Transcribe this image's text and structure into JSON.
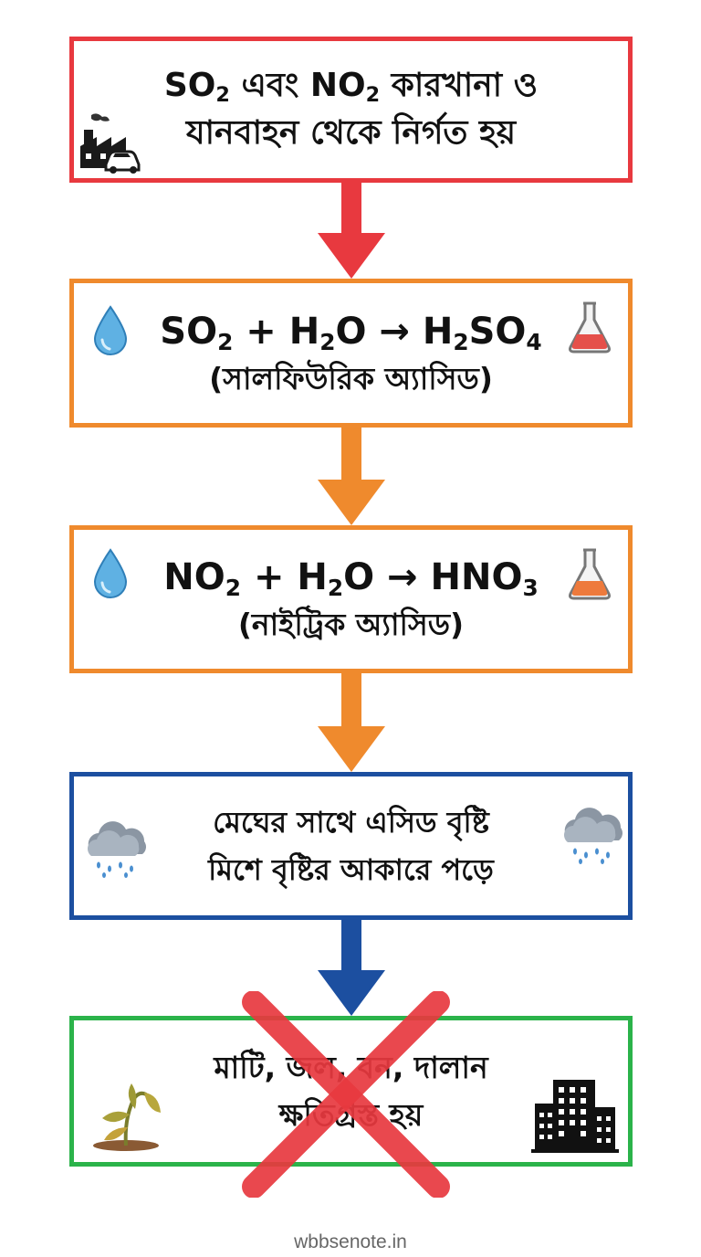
{
  "colors": {
    "red": "#e8393f",
    "orange": "#ef8a2d",
    "blue": "#1c4fa0",
    "green": "#2bb34a"
  },
  "steps": [
    {
      "line1": {
        "a": "SO",
        "a_sub": "2",
        "b": " এবং NO",
        "b_sub": "2",
        "c": " কারখানা ও"
      },
      "line2": "যানবাহন থেকে নির্গত হয়",
      "icons": [
        "factory-icon",
        "car-icon"
      ]
    },
    {
      "equation": {
        "p1": "SO",
        "p1_sub": "2",
        "p2": " + H",
        "p2_sub": "2",
        "p3": "O → H",
        "p3_sub": "2",
        "p4": "SO",
        "p4_sub": "4"
      },
      "line2": "(সালফিউরিক অ্যাসিড)",
      "icons": [
        "water-drop-icon",
        "flask-icon"
      ]
    },
    {
      "equation": {
        "p1": "NO",
        "p1_sub": "2",
        "p2": " + H",
        "p2_sub": "2",
        "p3": "O → HNO",
        "p3_sub": "3"
      },
      "line2": "(নাইট্রিক অ্যাসিড)",
      "icons": [
        "water-drop-icon",
        "flask-icon"
      ]
    },
    {
      "line1": "মেঘের সাথে এসিড বৃষ্টি",
      "line2": "মিশে বৃষ্টির আকারে পড়ে",
      "icons": [
        "rain-cloud-icon",
        "rain-cloud-icon"
      ]
    },
    {
      "line1": "মাটি, জল, বন, দালান",
      "line2": "ক্ষতিগ্রস্ত হয়",
      "icons": [
        "wilted-plant-icon",
        "building-icon",
        "red-cross-icon"
      ]
    }
  ],
  "footer": "wbbsenote.in"
}
